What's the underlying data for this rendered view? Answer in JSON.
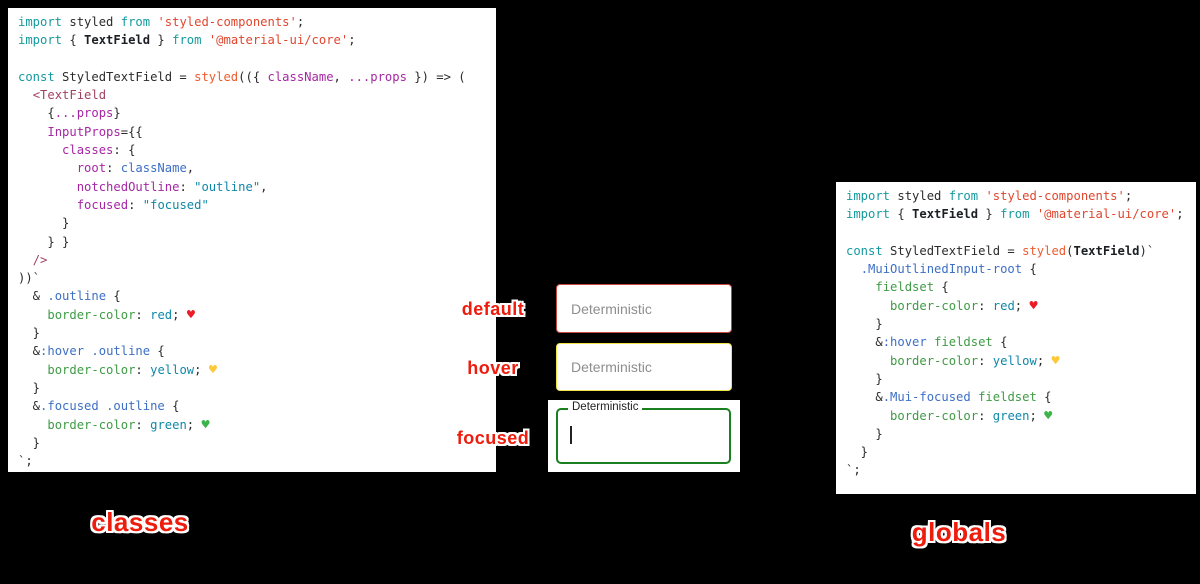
{
  "annotations": {
    "default": "default",
    "hover": "hover",
    "focused": "focused",
    "classes": "classes",
    "globals": "globals",
    "accent_red": "#ee1c0d"
  },
  "fields": {
    "default_field": {
      "value": "Deterministic",
      "border_color": "#c9473e"
    },
    "hover_field": {
      "value": "Deterministic",
      "border_color": "#f2e349"
    },
    "focused_field": {
      "label_text": "Deterministic",
      "border_color": "#1a801f"
    }
  },
  "classes_code": {
    "lines": [
      [
        [
          "import",
          "k"
        ],
        [
          " styled ",
          "p"
        ],
        [
          "from",
          "k"
        ],
        [
          " ",
          "p"
        ],
        [
          "'styled-components'",
          "s"
        ],
        [
          ";",
          "p"
        ]
      ],
      [
        [
          "import",
          "k"
        ],
        [
          " { ",
          "p"
        ],
        [
          "TextField",
          "b"
        ],
        [
          " } ",
          "p"
        ],
        [
          "from",
          "k"
        ],
        [
          " ",
          "p"
        ],
        [
          "'@material-ui/core'",
          "s"
        ],
        [
          ";",
          "p"
        ]
      ],
      [],
      [
        [
          "const",
          "k"
        ],
        [
          " StyledTextField = ",
          "p"
        ],
        [
          "styled",
          "fn"
        ],
        [
          "(({ ",
          "p"
        ],
        [
          "className",
          "prop"
        ],
        [
          ", ",
          "p"
        ],
        [
          "...props",
          "prop"
        ],
        [
          " }) => (",
          "p"
        ]
      ],
      [
        [
          "  ",
          "p"
        ],
        [
          "<TextField",
          "tag"
        ]
      ],
      [
        [
          "    {",
          "p"
        ],
        [
          "...props",
          "prop"
        ],
        [
          "}",
          "p"
        ]
      ],
      [
        [
          "    ",
          "p"
        ],
        [
          "InputProps",
          "prop"
        ],
        [
          "={{",
          "p"
        ]
      ],
      [
        [
          "      ",
          "p"
        ],
        [
          "classes",
          "prop"
        ],
        [
          ": {",
          "p"
        ]
      ],
      [
        [
          "        ",
          "p"
        ],
        [
          "root",
          "prop"
        ],
        [
          ": ",
          "p"
        ],
        [
          "className",
          "id"
        ],
        [
          ",",
          "p"
        ]
      ],
      [
        [
          "        ",
          "p"
        ],
        [
          "notchedOutline",
          "prop"
        ],
        [
          ": ",
          "p"
        ],
        [
          "\"outline\"",
          "val"
        ],
        [
          ",",
          "p"
        ]
      ],
      [
        [
          "        ",
          "p"
        ],
        [
          "focused",
          "prop"
        ],
        [
          ": ",
          "p"
        ],
        [
          "\"focused\"",
          "val"
        ]
      ],
      [
        [
          "      }",
          "p"
        ]
      ],
      [
        [
          "    } }",
          "p"
        ]
      ],
      [
        [
          "  ",
          "p"
        ],
        [
          "/>",
          "tag"
        ]
      ],
      [
        [
          "))`",
          "p"
        ]
      ],
      [
        [
          "  & ",
          "p"
        ],
        [
          ".outline",
          "sel"
        ],
        [
          " {",
          "p"
        ]
      ],
      [
        [
          "    ",
          "p"
        ],
        [
          "border-color",
          "css"
        ],
        [
          ": ",
          "p"
        ],
        [
          "red",
          "val"
        ],
        [
          "; ",
          "p"
        ],
        [
          "♥",
          "hr"
        ]
      ],
      [
        [
          "  }",
          "p"
        ]
      ],
      [
        [
          "  &",
          "p"
        ],
        [
          ":hover",
          "sel"
        ],
        [
          " ",
          "p"
        ],
        [
          ".outline",
          "sel"
        ],
        [
          " {",
          "p"
        ]
      ],
      [
        [
          "    ",
          "p"
        ],
        [
          "border-color",
          "css"
        ],
        [
          ": ",
          "p"
        ],
        [
          "yellow",
          "val"
        ],
        [
          "; ",
          "p"
        ],
        [
          "♥",
          "hy"
        ]
      ],
      [
        [
          "  }",
          "p"
        ]
      ],
      [
        [
          "  &",
          "p"
        ],
        [
          ".focused",
          "sel"
        ],
        [
          " ",
          "p"
        ],
        [
          ".outline",
          "sel"
        ],
        [
          " {",
          "p"
        ]
      ],
      [
        [
          "    ",
          "p"
        ],
        [
          "border-color",
          "css"
        ],
        [
          ": ",
          "p"
        ],
        [
          "green",
          "val"
        ],
        [
          "; ",
          "p"
        ],
        [
          "♥",
          "hg"
        ]
      ],
      [
        [
          "  }",
          "p"
        ]
      ],
      [
        [
          "`;",
          "p"
        ]
      ]
    ]
  },
  "globals_code": {
    "lines": [
      [
        [
          "import",
          "k"
        ],
        [
          " styled ",
          "p"
        ],
        [
          "from",
          "k"
        ],
        [
          " ",
          "p"
        ],
        [
          "'styled-components'",
          "s"
        ],
        [
          ";",
          "p"
        ]
      ],
      [
        [
          "import",
          "k"
        ],
        [
          " { ",
          "p"
        ],
        [
          "TextField",
          "b"
        ],
        [
          " } ",
          "p"
        ],
        [
          "from",
          "k"
        ],
        [
          " ",
          "p"
        ],
        [
          "'@material-ui/core'",
          "s"
        ],
        [
          ";",
          "p"
        ]
      ],
      [],
      [
        [
          "const",
          "k"
        ],
        [
          " StyledTextField = ",
          "p"
        ],
        [
          "styled",
          "fn"
        ],
        [
          "(",
          "p"
        ],
        [
          "TextField",
          "b"
        ],
        [
          ")`",
          "p"
        ]
      ],
      [
        [
          "  ",
          "p"
        ],
        [
          ".MuiOutlinedInput-root",
          "sel"
        ],
        [
          " {",
          "p"
        ]
      ],
      [
        [
          "    ",
          "p"
        ],
        [
          "fieldset",
          "css"
        ],
        [
          " {",
          "p"
        ]
      ],
      [
        [
          "      ",
          "p"
        ],
        [
          "border-color",
          "css"
        ],
        [
          ": ",
          "p"
        ],
        [
          "red",
          "val"
        ],
        [
          "; ",
          "p"
        ],
        [
          "♥",
          "hr"
        ]
      ],
      [
        [
          "    }",
          "p"
        ]
      ],
      [
        [
          "    &",
          "p"
        ],
        [
          ":hover",
          "sel"
        ],
        [
          " ",
          "p"
        ],
        [
          "fieldset",
          "css"
        ],
        [
          " {",
          "p"
        ]
      ],
      [
        [
          "      ",
          "p"
        ],
        [
          "border-color",
          "css"
        ],
        [
          ": ",
          "p"
        ],
        [
          "yellow",
          "val"
        ],
        [
          "; ",
          "p"
        ],
        [
          "♥",
          "hy"
        ]
      ],
      [
        [
          "    }",
          "p"
        ]
      ],
      [
        [
          "    &",
          "p"
        ],
        [
          ".Mui-focused",
          "sel"
        ],
        [
          " ",
          "p"
        ],
        [
          "fieldset",
          "css"
        ],
        [
          " {",
          "p"
        ]
      ],
      [
        [
          "      ",
          "p"
        ],
        [
          "border-color",
          "css"
        ],
        [
          ": ",
          "p"
        ],
        [
          "green",
          "val"
        ],
        [
          "; ",
          "p"
        ],
        [
          "♥",
          "hg"
        ]
      ],
      [
        [
          "    }",
          "p"
        ]
      ],
      [
        [
          "  }",
          "p"
        ]
      ],
      [
        [
          "`;",
          "p"
        ]
      ]
    ]
  }
}
